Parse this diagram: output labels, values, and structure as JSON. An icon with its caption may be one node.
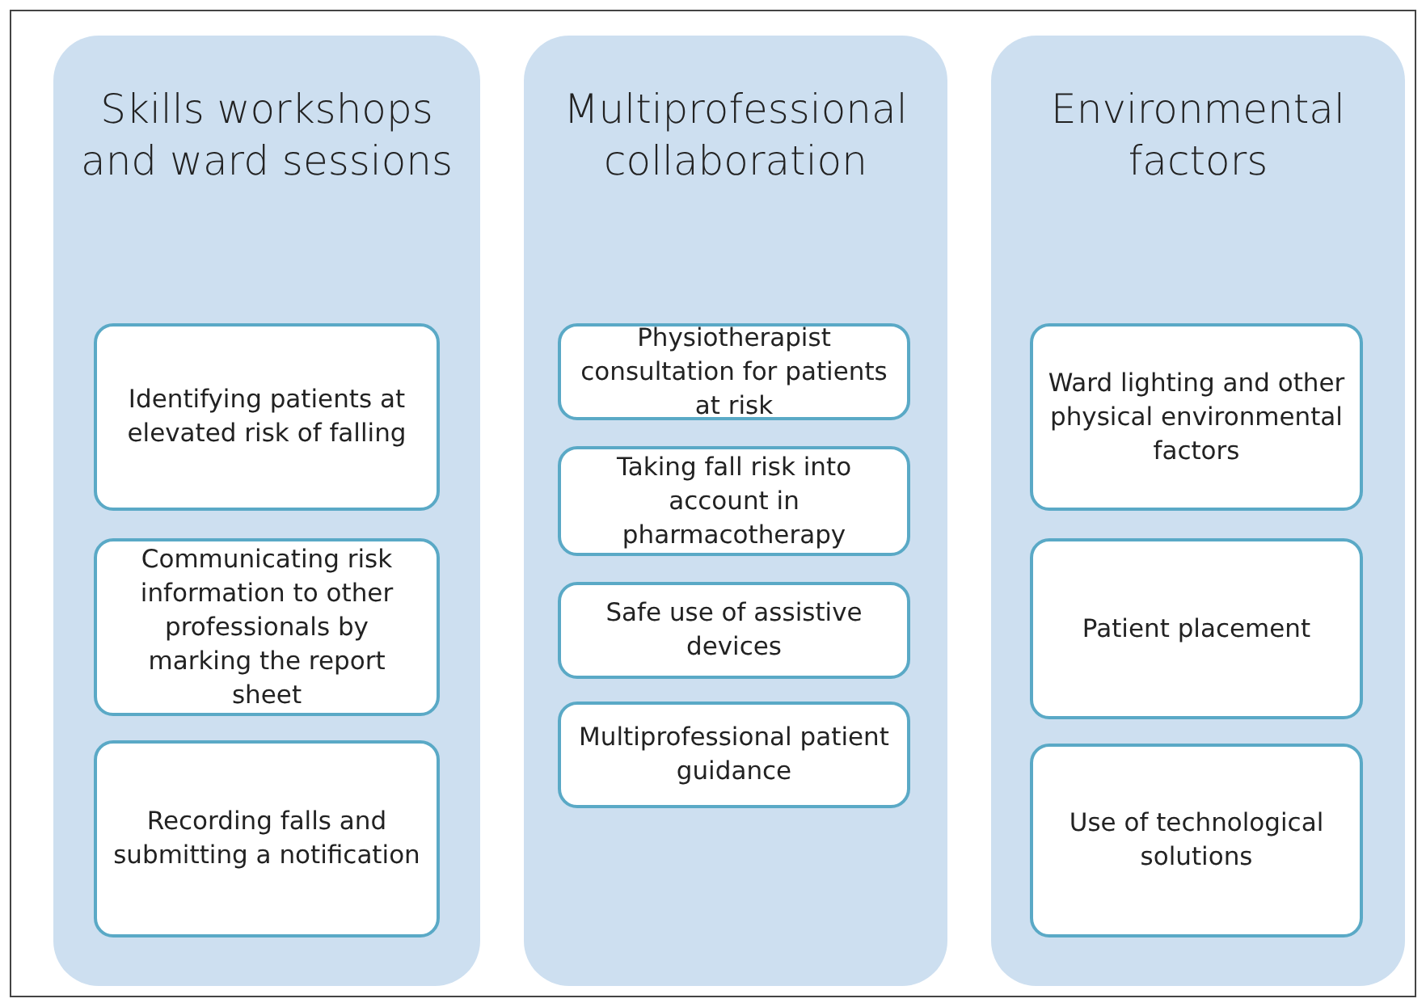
{
  "diagram": {
    "nodes": [
      {
        "text": [
          "Skills workshops and ward sessions"
        ]
      },
      {
        "text": [
          "Identifying patients at elevated risk of falling"
        ],
        "in": 0
      },
      {
        "text": [
          "Communicating risk information to other professionals by marking the report sheet"
        ],
        "in": 0
      },
      {
        "text": [
          "Recording falls and submitting a notification"
        ],
        "in": 0
      },
      {
        "text": [
          "Multiprofessional collaboration"
        ]
      },
      {
        "text": [
          "Physiotherapist consultation for patients at risk"
        ],
        "in": 4
      },
      {
        "text": [
          "Taking fall risk into account in pharmacotherapy"
        ],
        "in": 4
      },
      {
        "text": [
          "Safe use of assistive devices"
        ],
        "in": 4
      },
      {
        "text": [
          "Multiprofessional patient guidance"
        ],
        "in": 4
      },
      {
        "text": [
          "Environmental factors"
        ]
      },
      {
        "text": [
          "Ward lighting and other physical environmental factors"
        ],
        "in": 9
      },
      {
        "text": [
          "Patient placement"
        ],
        "in": 9
      },
      {
        "text": [
          "Use of technological solutions"
        ],
        "in": 9
      }
    ]
  }
}
